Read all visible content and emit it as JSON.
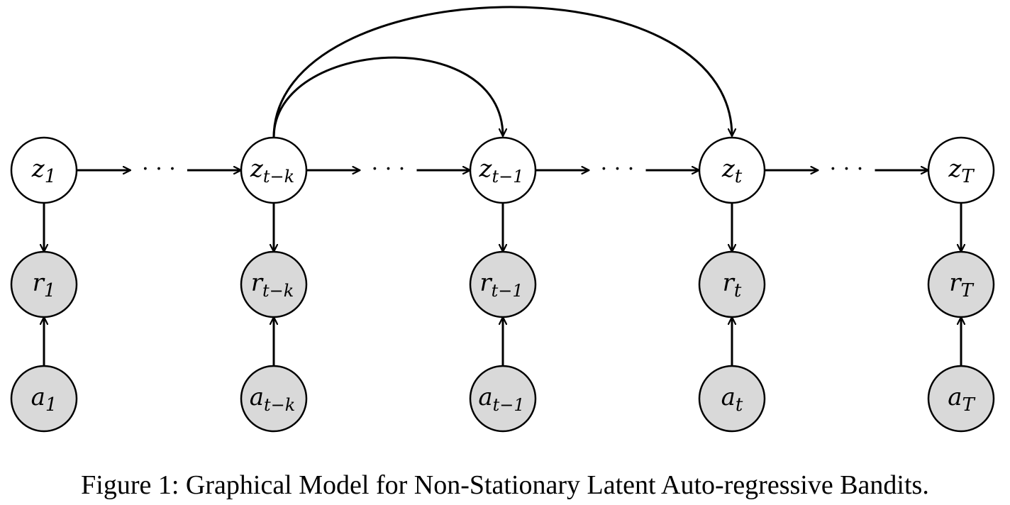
{
  "diagram": {
    "nodes": [
      {
        "id": "z1",
        "base": "z",
        "sub": "1",
        "observed": false
      },
      {
        "id": "ztk",
        "base": "z",
        "sub": "t−k",
        "observed": false
      },
      {
        "id": "zt1",
        "base": "z",
        "sub": "t−1",
        "observed": false
      },
      {
        "id": "zt",
        "base": "z",
        "sub": "t",
        "observed": false
      },
      {
        "id": "zT",
        "base": "z",
        "sub": "T",
        "observed": false
      },
      {
        "id": "r1",
        "base": "r",
        "sub": "1",
        "observed": true
      },
      {
        "id": "rtk",
        "base": "r",
        "sub": "t−k",
        "observed": true
      },
      {
        "id": "rt1",
        "base": "r",
        "sub": "t−1",
        "observed": true
      },
      {
        "id": "rt",
        "base": "r",
        "sub": "t",
        "observed": true
      },
      {
        "id": "rT",
        "base": "r",
        "sub": "T",
        "observed": true
      },
      {
        "id": "a1",
        "base": "a",
        "sub": "1",
        "observed": true
      },
      {
        "id": "atk",
        "base": "a",
        "sub": "t−k",
        "observed": true
      },
      {
        "id": "at1",
        "base": "a",
        "sub": "t−1",
        "observed": true
      },
      {
        "id": "at",
        "base": "a",
        "sub": "t",
        "observed": true
      },
      {
        "id": "aT",
        "base": "a",
        "sub": "T",
        "observed": true
      }
    ],
    "ellipsis": "· · ·",
    "edges": [
      [
        "z1",
        "ztk"
      ],
      [
        "ztk",
        "zt1"
      ],
      [
        "zt1",
        "zt"
      ],
      [
        "zt",
        "zT"
      ],
      [
        "ztk",
        "zt1",
        "arc"
      ],
      [
        "ztk",
        "zt",
        "arc"
      ],
      [
        "z1",
        "r1"
      ],
      [
        "ztk",
        "rtk"
      ],
      [
        "zt1",
        "rt1"
      ],
      [
        "zt",
        "rt"
      ],
      [
        "zT",
        "rT"
      ],
      [
        "a1",
        "r1"
      ],
      [
        "atk",
        "rtk"
      ],
      [
        "at1",
        "rt1"
      ],
      [
        "at",
        "rt"
      ],
      [
        "aT",
        "rT"
      ]
    ],
    "colors": {
      "observed_fill": "#d9d9d9",
      "latent_fill": "#ffffff",
      "stroke": "#000000"
    }
  },
  "caption": "Figure 1: Graphical Model for Non-Stationary Latent Auto-regressive Bandits."
}
